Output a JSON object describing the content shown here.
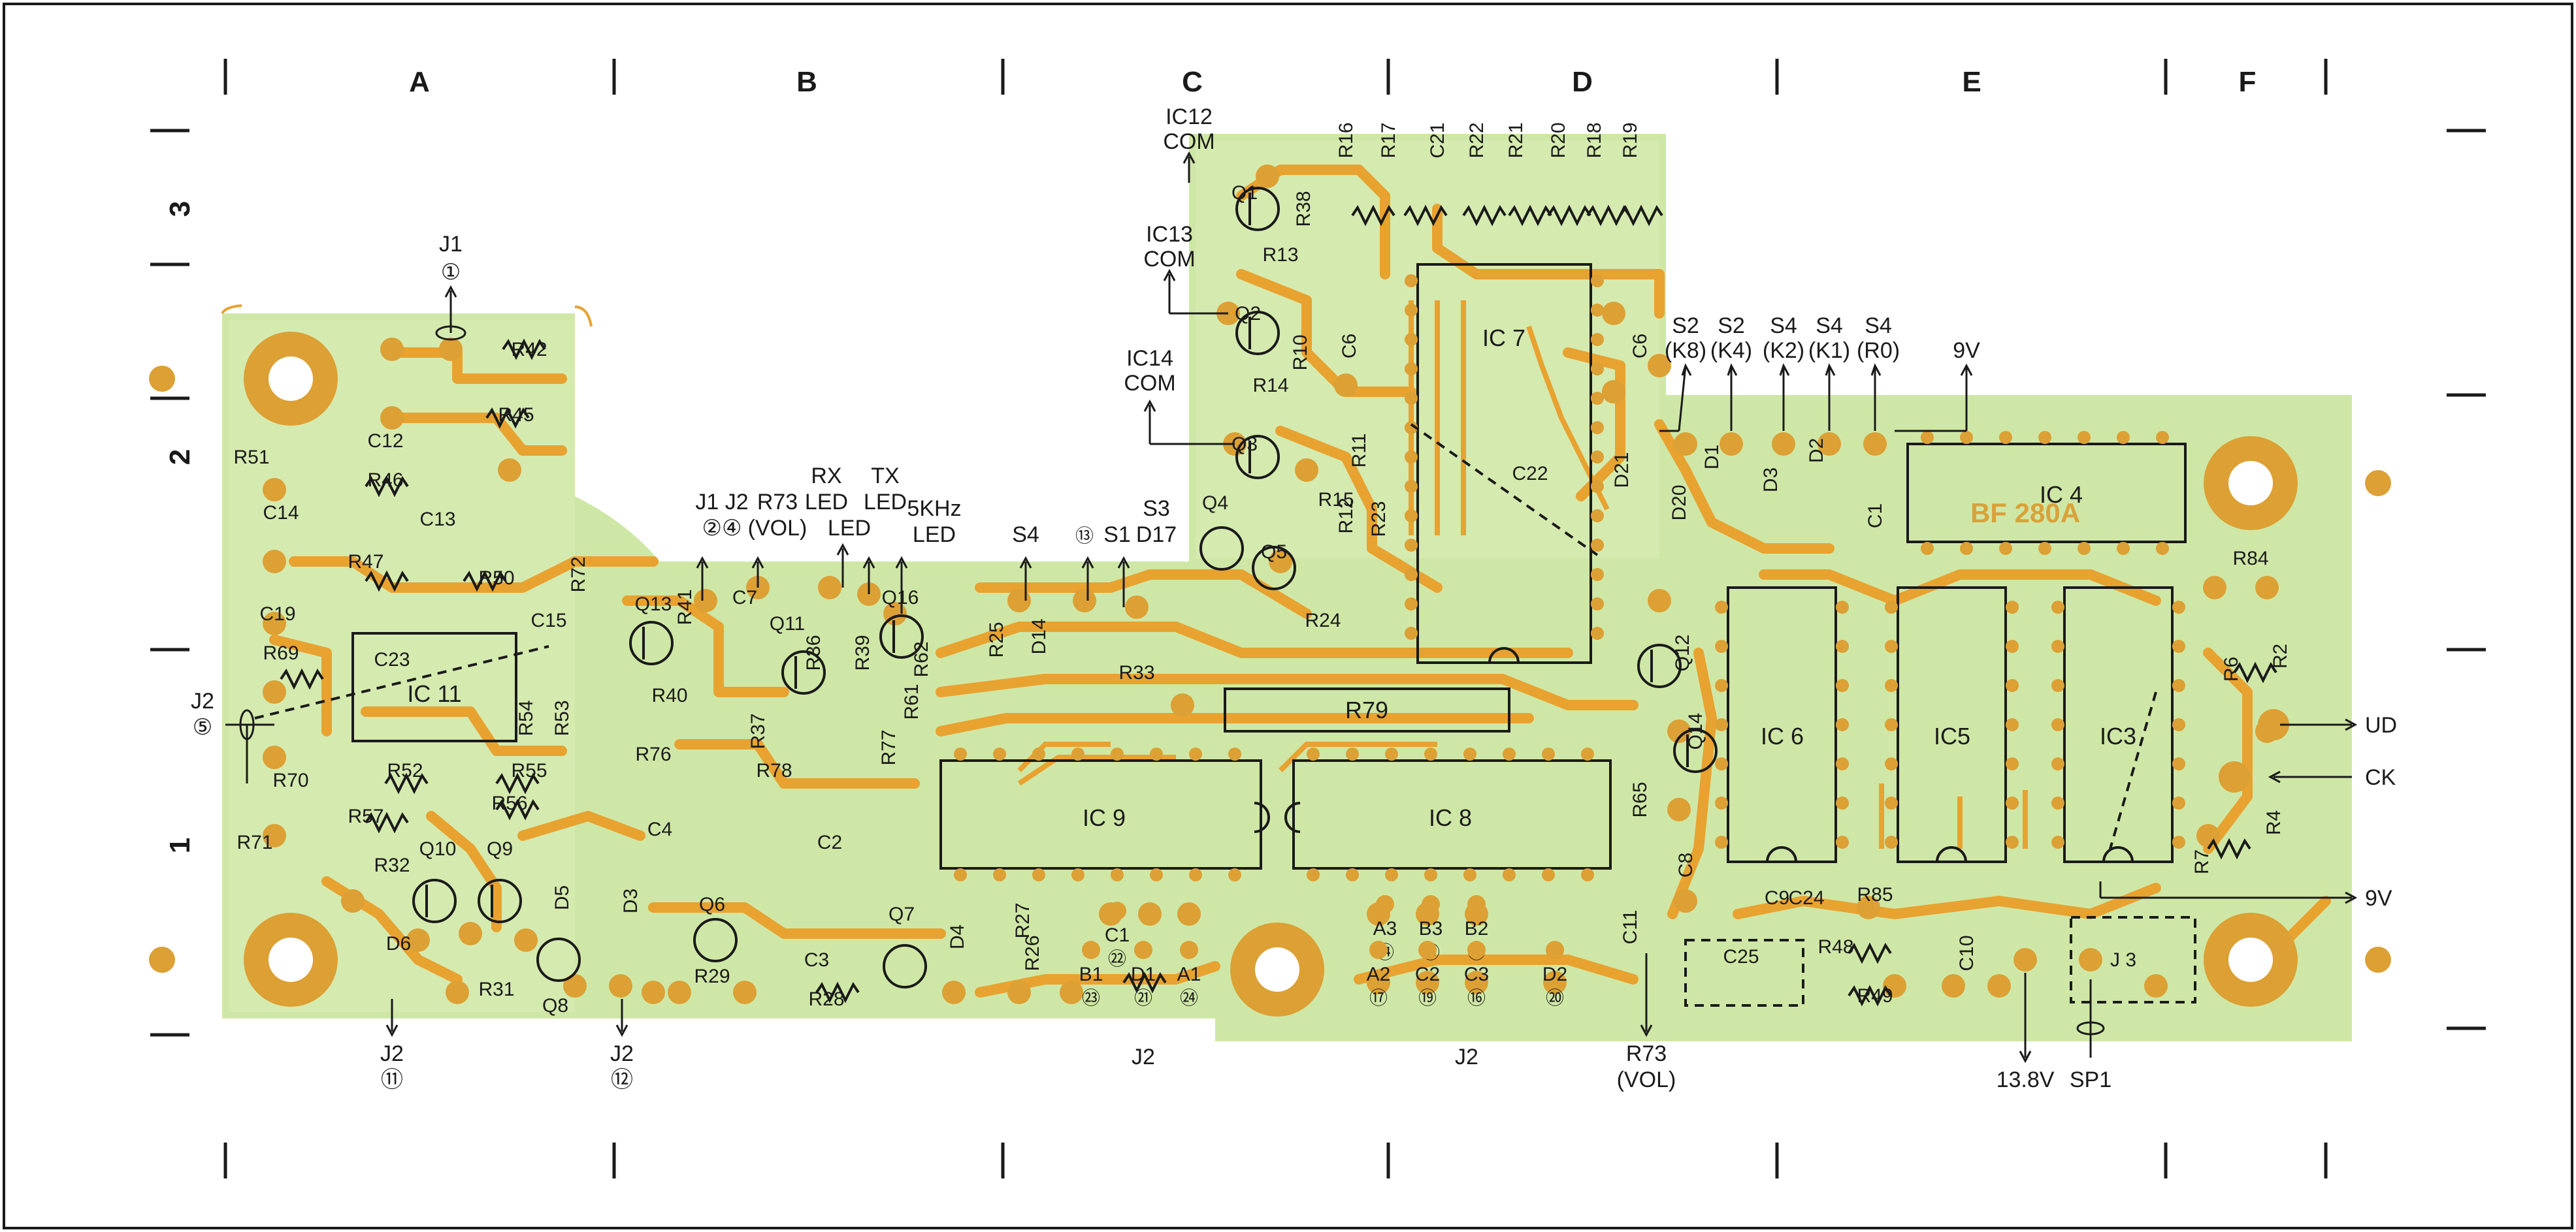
{
  "grid": {
    "columns": [
      "A",
      "B",
      "C",
      "D",
      "E",
      "F"
    ],
    "rows": [
      "3",
      "2",
      "1"
    ]
  },
  "chip_labels": {
    "ic3": "IC3",
    "ic4": "IC 4",
    "ic5": "IC5",
    "ic6": "IC 6",
    "ic7": "IC 7",
    "ic8": "IC 8",
    "ic9": "IC 9",
    "ic11": "IC 11",
    "bf_text": "BF 280A"
  },
  "resistor_labels": {
    "r79": "R79"
  },
  "component_labels": [
    "R42",
    "R45",
    "R51",
    "C12",
    "R46",
    "C14",
    "C13",
    "R47",
    "R50",
    "C19",
    "C15",
    "R72",
    "R69",
    "C23",
    "R54",
    "R53",
    "R40",
    "R70",
    "R76",
    "R52",
    "R55",
    "R57",
    "R56",
    "R71",
    "R32",
    "C4",
    "Q10",
    "Q9",
    "D5",
    "D3",
    "D6",
    "Q8",
    "R31",
    "Q6",
    "R29",
    "R41",
    "Q13",
    "R37",
    "R36",
    "Q11",
    "C7",
    "R39",
    "Q16",
    "R77",
    "R78",
    "R61",
    "R62",
    "C2",
    "C3",
    "Q7",
    "D4",
    "R28",
    "R27",
    "R26",
    "R25",
    "D14",
    "R33",
    "Q1",
    "R38",
    "R13",
    "Q2",
    "R10",
    "R14",
    "C6",
    "R11",
    "Q3",
    "R12",
    "R15",
    "Q4",
    "Q5",
    "R23",
    "R24",
    "R16",
    "R17",
    "C21",
    "R22",
    "R21",
    "R20",
    "R18",
    "R19",
    "C22",
    "C6",
    "D21",
    "D20",
    "D1",
    "D3",
    "D2",
    "C1",
    "Q12",
    "Q14",
    "R65",
    "C8",
    "C11",
    "R84",
    "R6",
    "R2",
    "R7",
    "R4",
    "C9",
    "C24",
    "R85",
    "C25",
    "R48",
    "R49",
    "C10",
    "J 3"
  ],
  "connectors": {
    "j1_top": {
      "name": "J1",
      "pin": "①"
    },
    "j2_left": {
      "name": "J2",
      "pin": "⑤"
    },
    "j2_b11": {
      "name": "J2",
      "pin": "⑪"
    },
    "j2_b12": {
      "name": "J2",
      "pin": "⑫"
    },
    "j1_j2_vol": {
      "line1": "J1 J2",
      "line2": "②④",
      "r73": "R73",
      "vol": "(VOL)"
    },
    "rx_led": {
      "line1": "RX",
      "line2": "LED"
    },
    "led": "LED",
    "tx_led": {
      "line1": "TX",
      "line2": "LED"
    },
    "khz_led": {
      "line1": "5KHz",
      "line2": "LED"
    },
    "s4": "S4",
    "s1": "S1",
    "s3_d17": {
      "line1": "S3",
      "line2": "D17"
    },
    "ic12_com": {
      "line1": "IC12",
      "line2": "COM"
    },
    "ic13_com": {
      "line1": "IC13",
      "line2": "COM"
    },
    "ic14_com": {
      "line1": "IC14",
      "line2": "COM"
    },
    "switches": [
      {
        "line1": "S2",
        "line2": "(K8)"
      },
      {
        "line1": "S2",
        "line2": "(K4)"
      },
      {
        "line1": "S4",
        "line2": "(K2)"
      },
      {
        "line1": "S4",
        "line2": "(K1)"
      },
      {
        "line1": "S4",
        "line2": "(R0)"
      }
    ],
    "v9_top": "9V",
    "v9_right": "9V",
    "ud": "UD",
    "ck": "CK",
    "j2_bottom_1": "J2",
    "j2_bottom_2": "J2",
    "r73_bottom": {
      "line1": "R73",
      "line2": "(VOL)"
    },
    "v13_8": "13.8V",
    "sp1": "SP1"
  },
  "j2_pads": [
    {
      "label": "C1",
      "pin": "㉒"
    },
    {
      "label": "B1",
      "pin": "㉓"
    },
    {
      "label": "D1",
      "pin": "㉑"
    },
    {
      "label": "A1",
      "pin": "㉔"
    },
    {
      "label": "A3",
      "pin": "⑭"
    },
    {
      "label": "B3",
      "pin": "⑮"
    },
    {
      "label": "B2",
      "pin": "⑱"
    },
    {
      "label": "A2",
      "pin": "⑰"
    },
    {
      "label": "C2",
      "pin": "⑲"
    },
    {
      "label": "C3",
      "pin": "⑯"
    },
    {
      "label": "D2",
      "pin": "⑳"
    }
  ],
  "colors": {
    "board_green": "#cfe7a6",
    "trace_orange": "#e8a230",
    "pad_orange": "#dca034",
    "frame": "#1a1a1a"
  }
}
